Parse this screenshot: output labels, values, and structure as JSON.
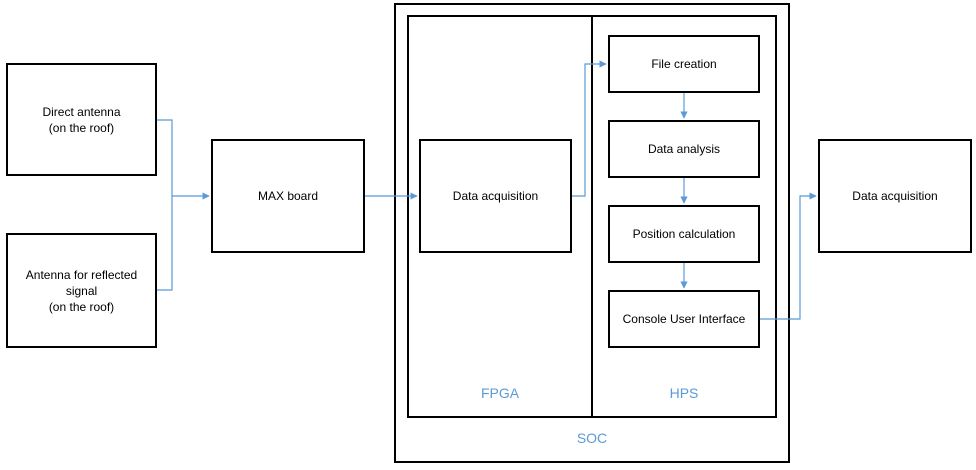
{
  "nodes": {
    "direct_antenna": "Direct antenna\n(on the roof)",
    "reflected_antenna": "Antenna for reflected\nsignal\n(on the roof)",
    "max_board": "MAX board",
    "fpga_acquisition": "Data acquisition",
    "file_creation": "File creation",
    "data_analysis": "Data analysis",
    "position_calculation": "Position calculation",
    "console_ui": "Console User Interface",
    "output_acquisition": "Data acquisition"
  },
  "containers": {
    "soc": "SOC",
    "fpga": "FPGA",
    "hps": "HPS"
  },
  "colors": {
    "border": "#000000",
    "connector": "#5b9bd5",
    "container_label": "#5b9bd5"
  }
}
